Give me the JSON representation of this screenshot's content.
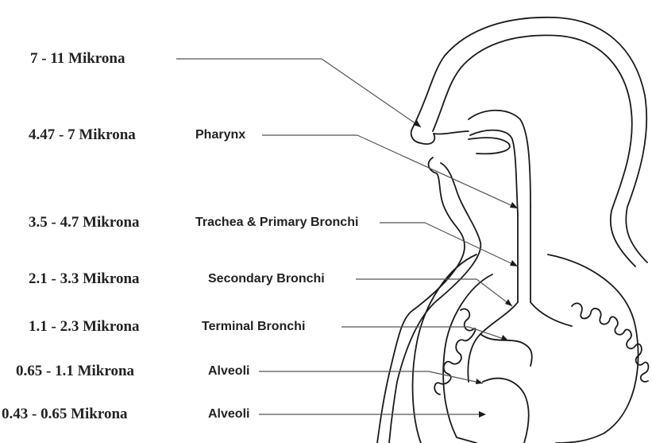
{
  "labels": [
    {
      "size": "7 - 11 Mikrona",
      "region": ""
    },
    {
      "size": "4.47 - 7 Mikrona",
      "region": "Pharynx"
    },
    {
      "size": "3.5 - 4.7 Mikrona",
      "region": "Trachea & Primary Bronchi"
    },
    {
      "size": "2.1 - 3.3 Mikrona",
      "region": "Secondary Bronchi"
    },
    {
      "size": "1.1 - 2.3 Mikrona",
      "region": "Terminal Bronchi"
    },
    {
      "size": "0.65 - 1.1 Mikrona",
      "region": "Alveoli"
    },
    {
      "size": "0.43 - 0.65  Mikrona",
      "region": "Alveoli"
    }
  ]
}
